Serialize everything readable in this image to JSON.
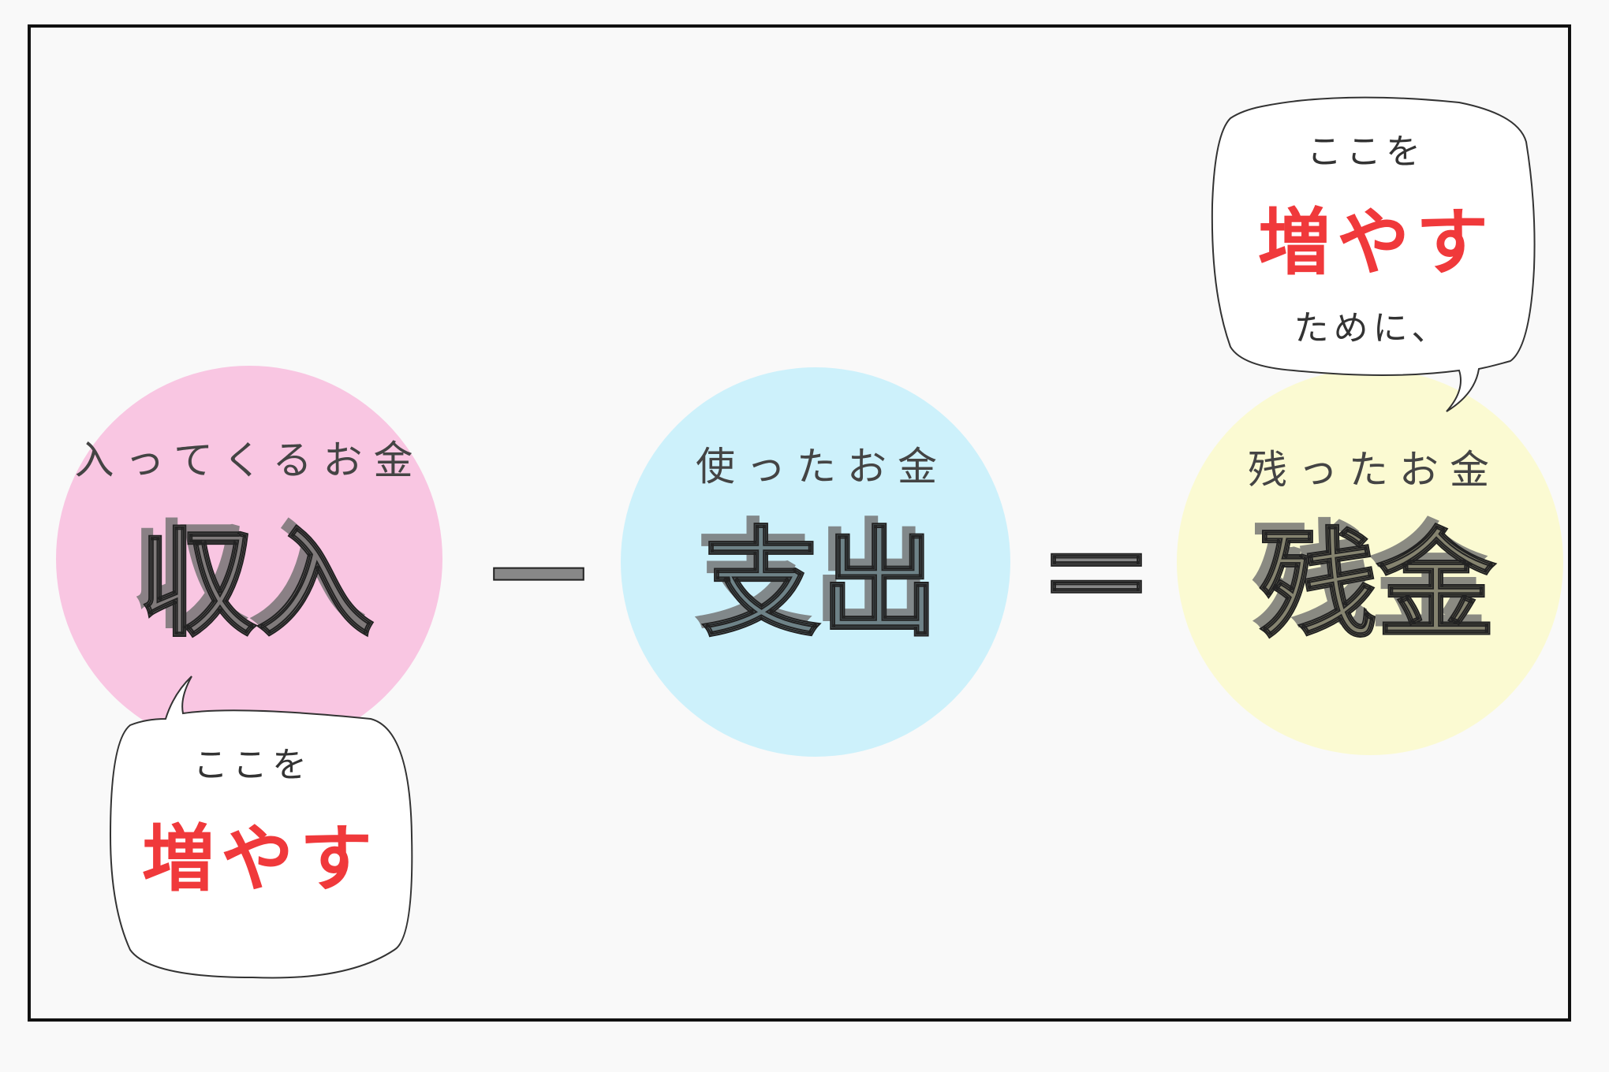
{
  "income": {
    "caption": "入ってくるお金",
    "term": "収入",
    "color": "#f9c6e2"
  },
  "minus": "－",
  "expense": {
    "caption": "使ったお金",
    "term": "支出",
    "color": "#cdf1fb"
  },
  "equals": "＝",
  "savings": {
    "caption": "残ったお金",
    "term": "残金",
    "color": "#fbfad2"
  },
  "bubble_left": {
    "line1": "ここを",
    "line2": "増やす"
  },
  "bubble_right": {
    "line1": "ここを",
    "line2": "増やす",
    "line3": "ために、"
  }
}
